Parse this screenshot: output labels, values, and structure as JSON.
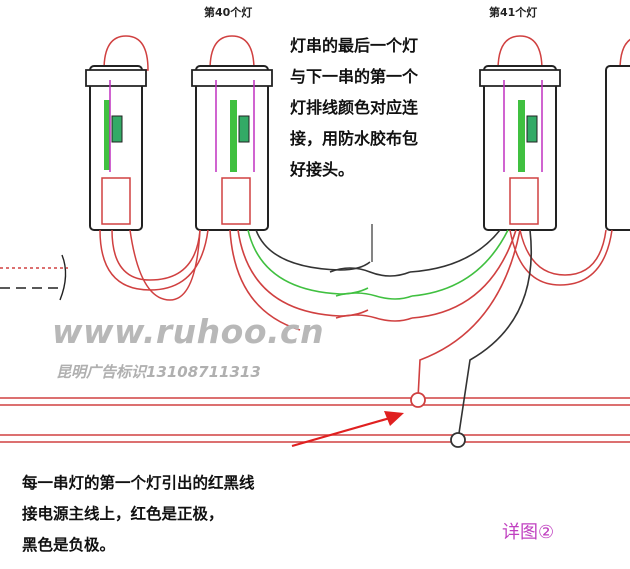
{
  "lamps": [
    {
      "label": "第40个灯"
    },
    {
      "label": "第41个灯"
    }
  ],
  "notes": {
    "top_lines": [
      "灯串的最后一个灯",
      "与下一串的第一个",
      "灯排线颜色对应连",
      "接，用防水胶布包",
      "好接头。"
    ],
    "bottom_lines": [
      "每一串灯的第一个灯引出的红黑线",
      "接电源主线上，红色是正极，",
      "黑色是负极。"
    ]
  },
  "watermark": {
    "url": "www.ruhoo.cn",
    "sub": "昆明广告标识13108711313"
  },
  "detail_label": "详图②",
  "colors": {
    "red_wire": "#d04040",
    "green_wire": "#40c040",
    "black_wire": "#333333",
    "magenta_wire": "#c030c0",
    "arrow": "#e02020",
    "detail_text": "#c040c0"
  }
}
